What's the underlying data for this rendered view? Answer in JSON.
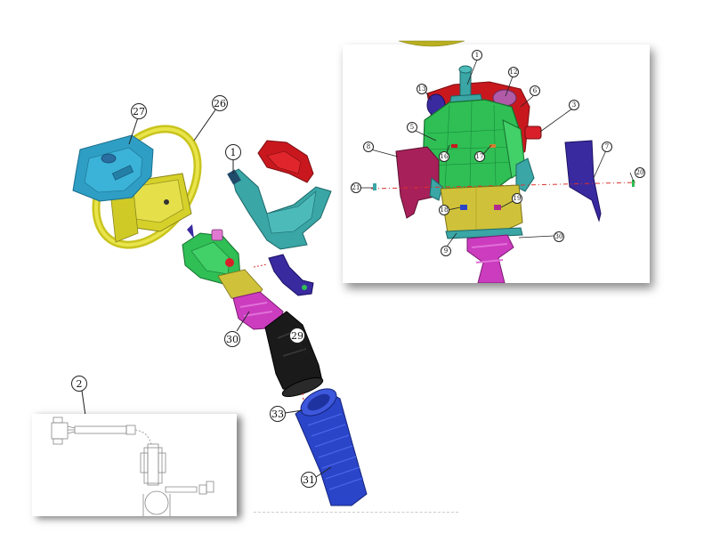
{
  "diagram": {
    "type": "exploded-assembly",
    "subject": "steering wheel and steering column assembly",
    "colors": {
      "airbag": "#2f9ec4",
      "wheel": "#d6d12a",
      "column": "#3aa6a6",
      "upper_cover": "#c8181e",
      "switch_housing": "#2fbf55",
      "lower_shroud": "#cfc23a",
      "bellows": "#cc3cbf",
      "boot": "#1a1a1a",
      "lower_tube": "#2b45c9",
      "bracket": "#3a2aa0",
      "side_cover": "#a8205a",
      "dash_line": "#e0302a"
    },
    "main_callouts": [
      {
        "id": "c27",
        "label": "27",
        "part": "airbag-module"
      },
      {
        "id": "c26",
        "label": "26",
        "part": "steering-wheel"
      },
      {
        "id": "c1",
        "label": "1",
        "part": "steering-column"
      },
      {
        "id": "c30",
        "label": "30",
        "part": "bellows"
      },
      {
        "id": "c29",
        "label": "29",
        "part": "rubber-boot"
      },
      {
        "id": "c33",
        "label": "33",
        "part": "clip"
      },
      {
        "id": "c31",
        "label": "31",
        "part": "lower-tube"
      },
      {
        "id": "c2",
        "label": "2",
        "part": "wiring-harness"
      }
    ],
    "detail_inset": {
      "callouts": [
        {
          "label": "1"
        },
        {
          "label": "12"
        },
        {
          "label": "13"
        },
        {
          "label": "6"
        },
        {
          "label": "3"
        },
        {
          "label": "5"
        },
        {
          "label": "8"
        },
        {
          "label": "7"
        },
        {
          "label": "16"
        },
        {
          "label": "17"
        },
        {
          "label": "21"
        },
        {
          "label": "20"
        },
        {
          "label": "18"
        },
        {
          "label": "19"
        },
        {
          "label": "9"
        },
        {
          "label": "30"
        }
      ]
    },
    "wiring_inset": {
      "callout": "2"
    }
  }
}
